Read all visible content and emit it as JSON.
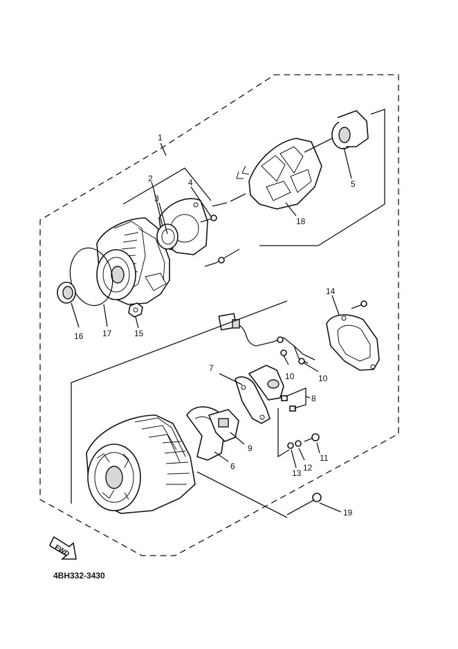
{
  "diagram_code": "4BH332-3430",
  "fwd_label": "FWD",
  "callouts": {
    "c1": "1",
    "c2": "2",
    "c3": "3",
    "c4": "4",
    "c5": "5",
    "c6": "6",
    "c7": "7",
    "c8": "8",
    "c9": "9",
    "c10a": "10",
    "c10b": "10",
    "c11": "11",
    "c12": "12",
    "c13": "13",
    "c14": "14",
    "c15": "15",
    "c16": "16",
    "c17": "17",
    "c18": "18",
    "c19": "19"
  }
}
